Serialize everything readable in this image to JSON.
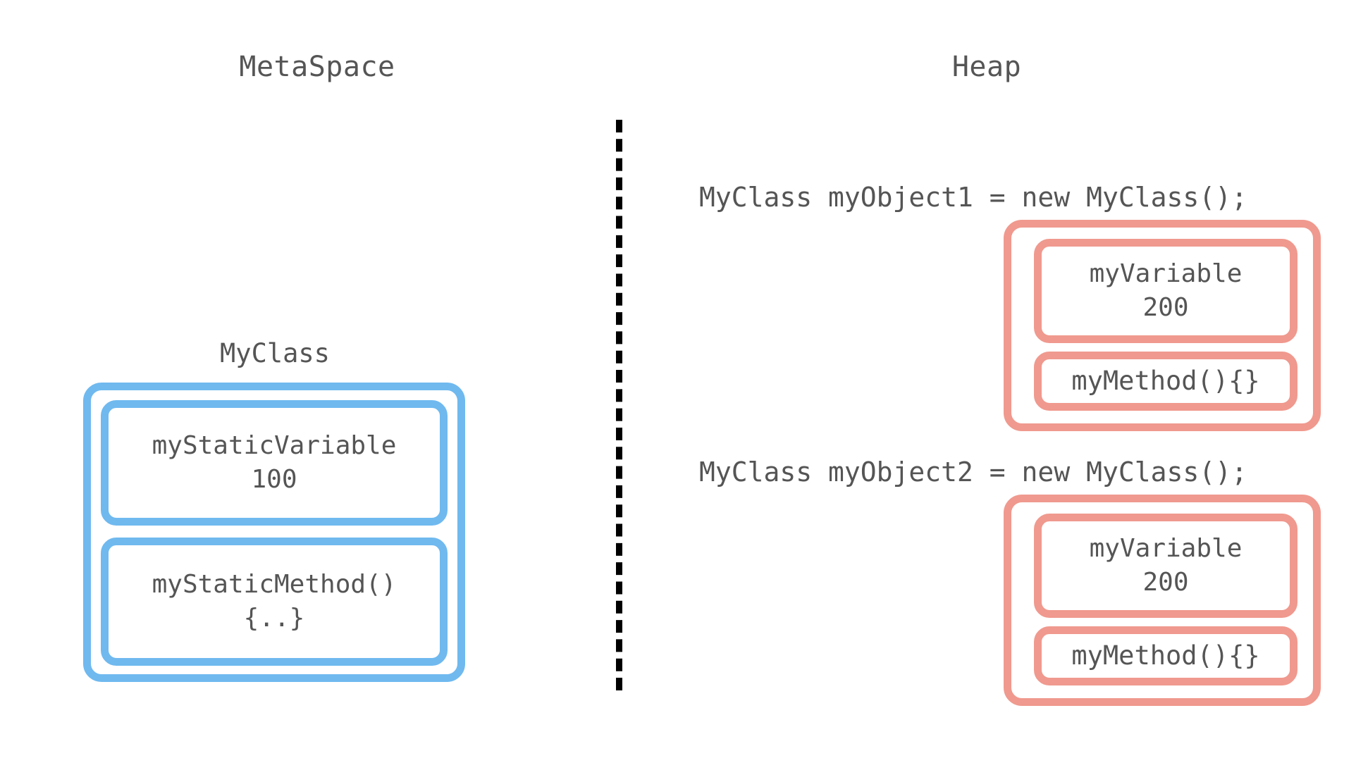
{
  "diagram": {
    "background_color": "#ffffff",
    "text_color": "#555555",
    "metaspace_accent": "#6fb9ef",
    "heap_accent": "#f0998e",
    "divider_color": "#000000"
  },
  "metaspace": {
    "title": "MetaSpace",
    "class_label": "MyClass",
    "members": [
      {
        "name": "static-variable",
        "line1": "myStaticVariable",
        "line2": "100"
      },
      {
        "name": "static-method",
        "line1": "myStaticMethod()",
        "line2": "{..}"
      }
    ]
  },
  "heap": {
    "title": "Heap",
    "objects": [
      {
        "code": "MyClass myObject1 = new MyClass();",
        "variable_name": "myVariable",
        "variable_value": "200",
        "method": "myMethod(){}"
      },
      {
        "code": "MyClass myObject2 = new MyClass();",
        "variable_name": "myVariable",
        "variable_value": "200",
        "method": "myMethod(){}"
      }
    ]
  }
}
